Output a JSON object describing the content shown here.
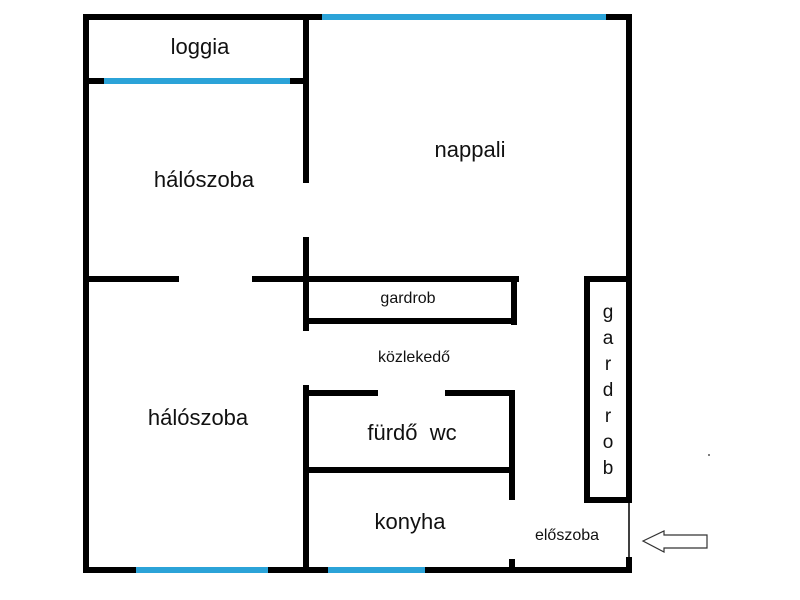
{
  "rooms": {
    "loggia": "loggia",
    "bedroom_top": "hálószoba",
    "living": "nappali",
    "wardrobe_center": "gardrob",
    "hallway": "közlekedő",
    "bedroom_bottom": "hálószoba",
    "bathroom": "fürdő  wc",
    "kitchen": "konyha",
    "entrance": "előszoba",
    "wardrobe_right": [
      "g",
      "a",
      "r",
      "d",
      "r",
      "o",
      "b"
    ]
  },
  "colors": {
    "wall": "#000000",
    "window": "#2ba3d8"
  },
  "icons": {
    "entrance_arrow": "arrow-left-outline-icon"
  }
}
